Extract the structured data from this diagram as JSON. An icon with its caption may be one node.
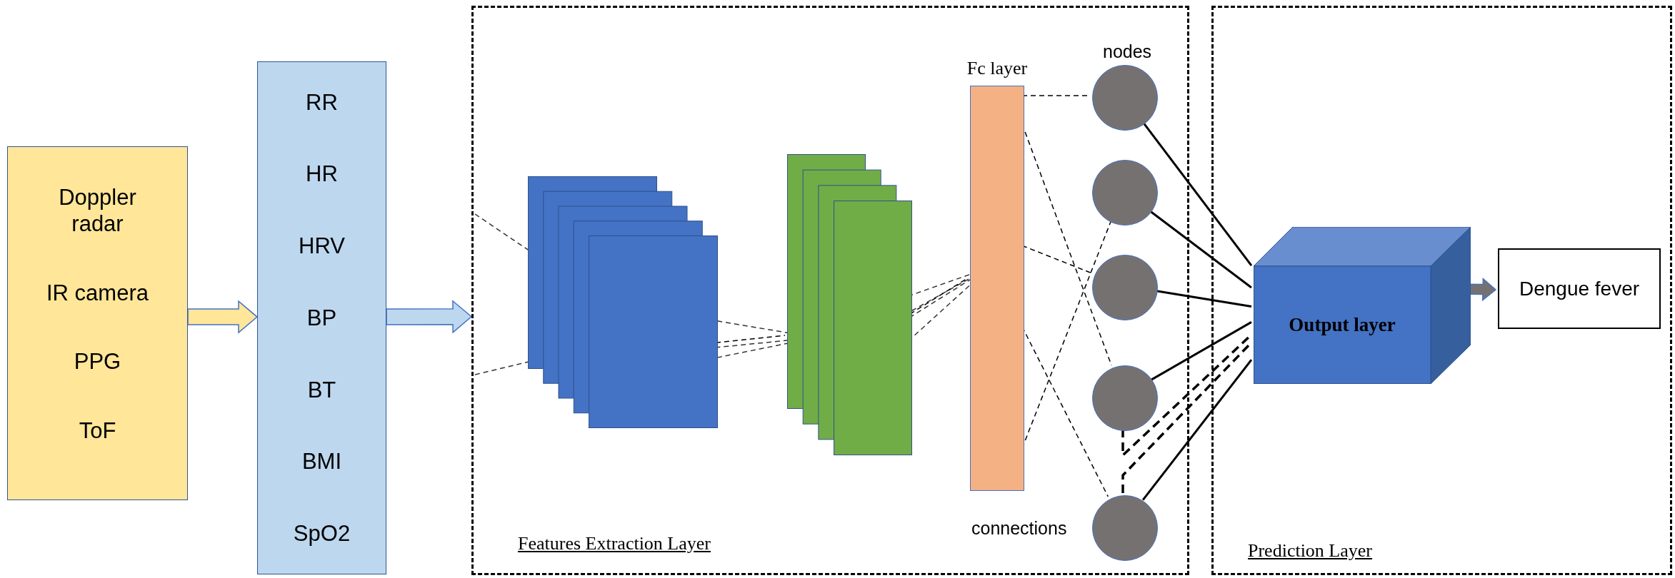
{
  "diagram": {
    "nodes": [
      {
        "text": [
          "Doppler radar",
          "IR camera",
          "PPG",
          "ToF"
        ]
      },
      {
        "text": [
          "RR",
          "HR",
          "HRV",
          "BP",
          "BT",
          "BMI",
          "SpO2"
        ]
      },
      {
        "text": [
          "Features Extraction Layer"
        ]
      },
      {
        "text": [],
        "shape": "box",
        "in": 2
      },
      {
        "text": [],
        "shape": "box",
        "in": 2
      },
      {
        "text": [
          "Fc layer"
        ],
        "in": 2
      },
      {
        "text": [],
        "shape": "circle",
        "in": 2
      },
      {
        "text": [],
        "shape": "circle",
        "in": 2
      },
      {
        "text": [],
        "shape": "circle",
        "in": 2
      },
      {
        "text": [],
        "shape": "circle",
        "in": 2
      },
      {
        "text": [],
        "shape": "circle",
        "in": 2
      },
      {
        "text": [
          "Prediction Layer"
        ]
      },
      {
        "text": [
          "Output layer"
        ],
        "in": 11
      },
      {
        "text": [
          "Dengue fever"
        ],
        "in": 11
      }
    ],
    "edges": [
      {
        "from": 0,
        "to": 1,
        "arrow": "to",
        "style": "thick",
        "color": "#ffe699"
      },
      {
        "from": 1,
        "to": 2,
        "arrow": "to",
        "style": "thick",
        "color": "#bdd7ee"
      },
      {
        "from": 3,
        "to": 4,
        "arrow": "none",
        "style": "dashed"
      },
      {
        "from": 4,
        "to": 5,
        "arrow": "none",
        "style": "dashed"
      },
      {
        "from": 5,
        "to": 6,
        "arrow": "none",
        "style": "dashed"
      },
      {
        "from": 5,
        "to": 7,
        "arrow": "none",
        "style": "dashed"
      },
      {
        "from": 5,
        "to": 8,
        "arrow": "none",
        "style": "dashed"
      },
      {
        "from": 5,
        "to": 9,
        "arrow": "none",
        "style": "dashed"
      },
      {
        "from": 5,
        "to": 10,
        "arrow": "none",
        "style": "dashed"
      },
      {
        "from": 6,
        "to": 12,
        "arrow": "none"
      },
      {
        "from": 7,
        "to": 12,
        "arrow": "none"
      },
      {
        "from": 8,
        "to": 12,
        "arrow": "none"
      },
      {
        "from": 9,
        "to": 12,
        "arrow": "none"
      },
      {
        "from": 10,
        "to": 12,
        "arrow": "none"
      },
      {
        "from": 9,
        "to": 12,
        "arrow": "none",
        "style": "dashed"
      },
      {
        "from": 10,
        "to": 12,
        "arrow": "none",
        "style": "dashed"
      },
      {
        "from": 12,
        "to": 13,
        "arrow": "to",
        "style": "thick",
        "color": "#767171"
      }
    ],
    "labels": [
      "nodes",
      "connections"
    ]
  }
}
